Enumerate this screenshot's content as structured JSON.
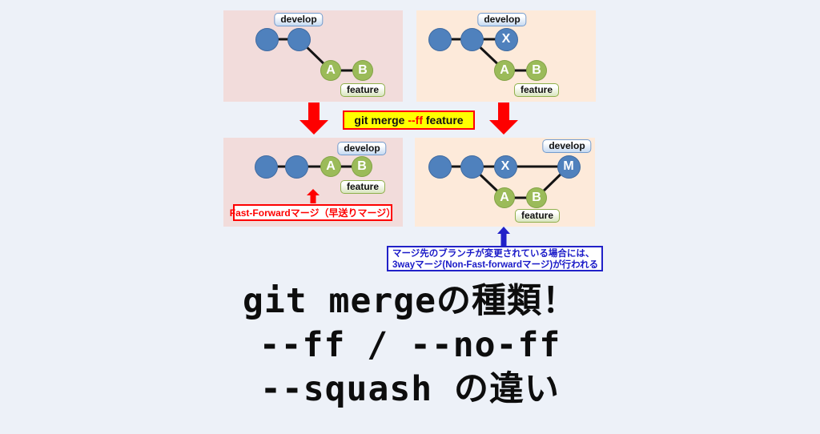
{
  "colors": {
    "page_bg": "#edf1f8",
    "panel_pink": "#f2dcdb",
    "panel_peach": "#fdeada",
    "node_blue": "#4f81bd",
    "node_green": "#9bbb59",
    "arrow_red": "#fe0000",
    "command_yellow": "#ffff00",
    "annotation_blue": "#2121c8"
  },
  "branch_labels": {
    "develop": "develop",
    "feature": "feature"
  },
  "nodes": {
    "a": "A",
    "b": "B",
    "x": "X",
    "m": "M"
  },
  "command": {
    "prefix": "git merge ",
    "flag": "--ff",
    "suffix": " feature"
  },
  "annotations": {
    "fast_forward": "Fast-Forwardマージ（早送りマージ）",
    "three_way_line1": "マージ先のブランチが変更されている場合には、",
    "three_way_line2": "3wayマージ(Non-Fast-forwardマージ)が行われる"
  },
  "title": {
    "line1": "git mergeの種類！",
    "line2": "--ff / --no-ff",
    "line3": "--squash の違い"
  }
}
